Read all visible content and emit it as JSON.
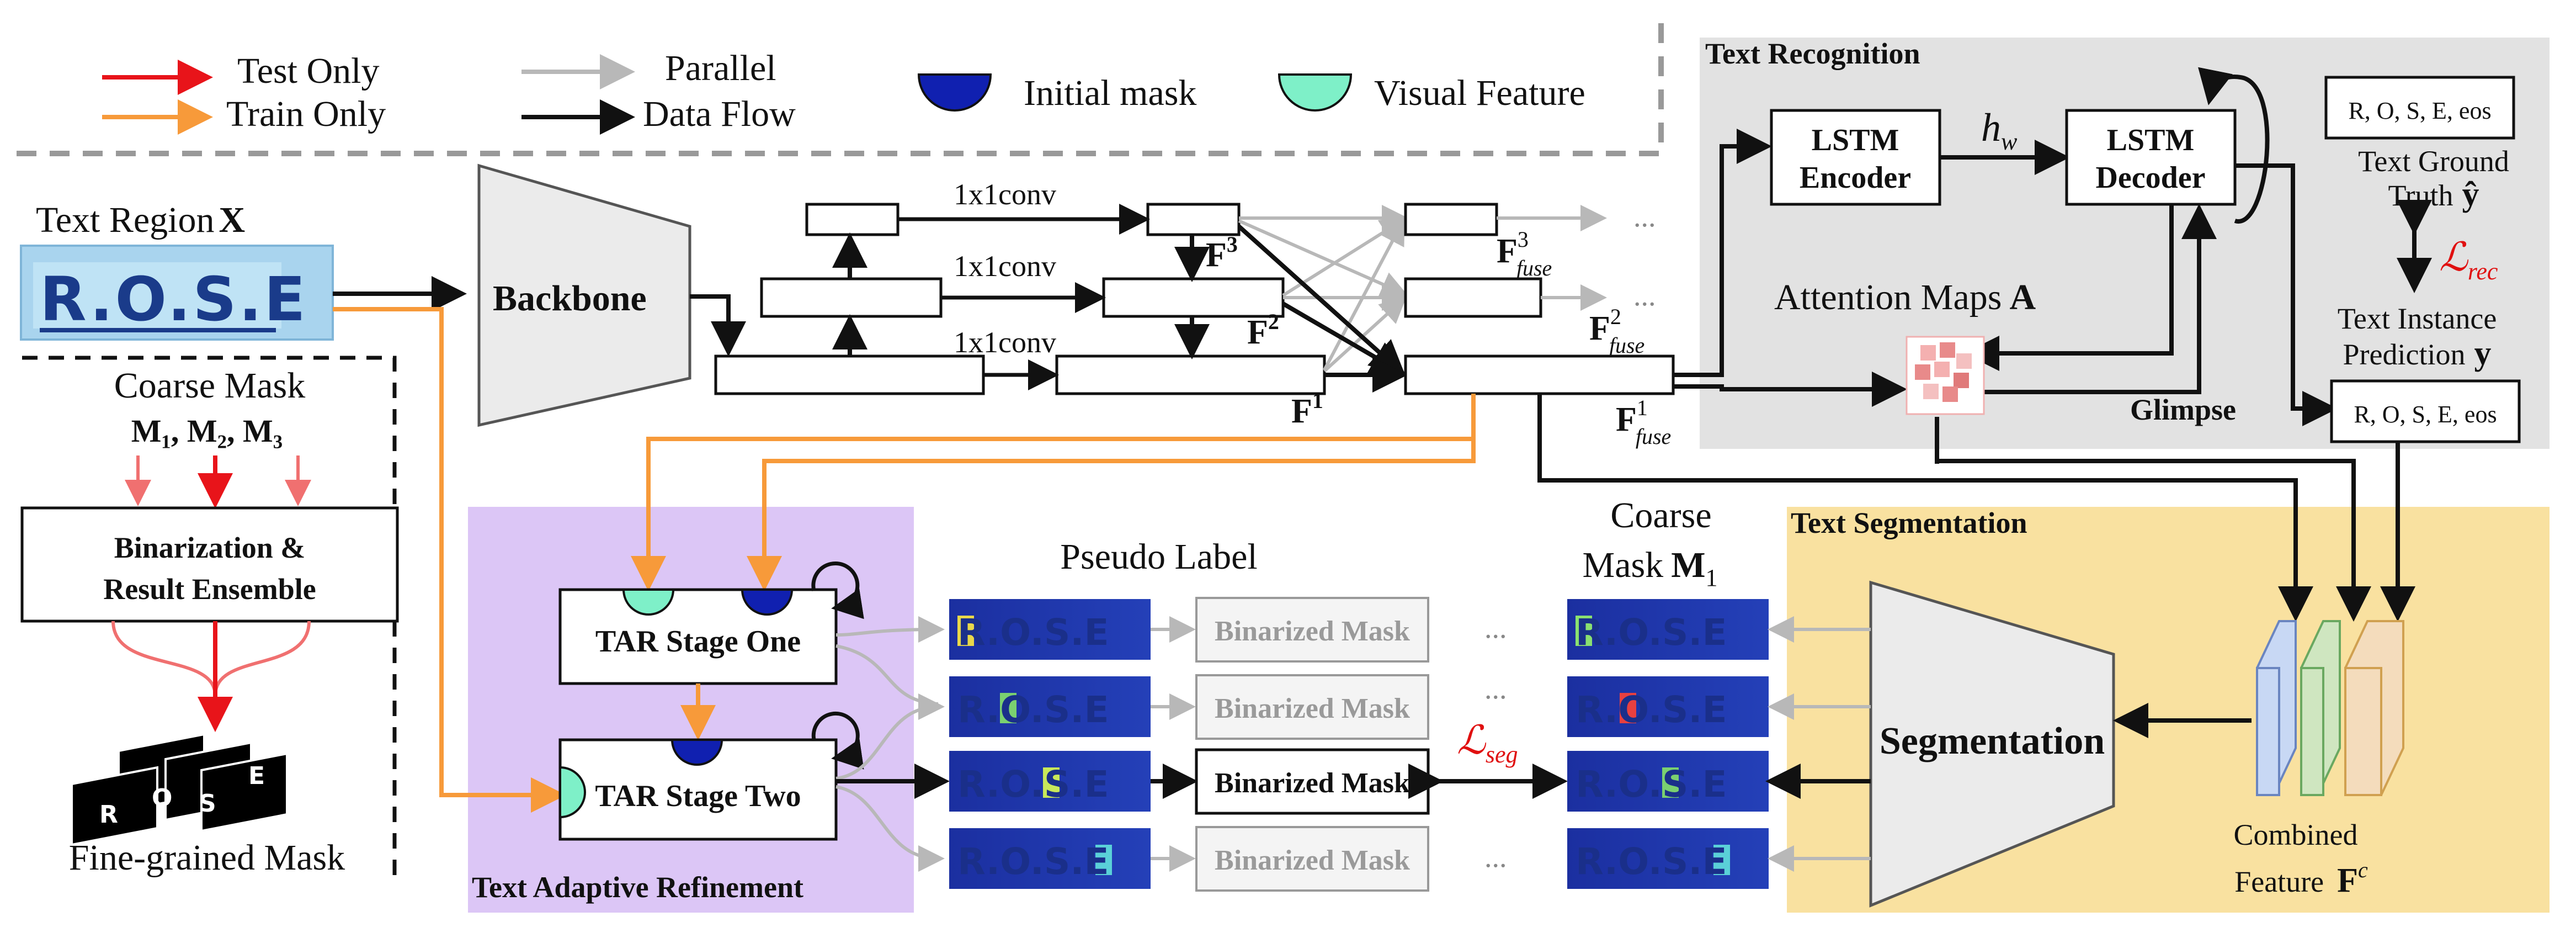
{
  "legend": {
    "test_only": "Test Only",
    "train_only": "Train Only",
    "parallel": "Parallel",
    "data_flow": "Data Flow",
    "initial_mask": "Initial mask",
    "visual_feature": "Visual Feature"
  },
  "colors": {
    "test_only": "#e8141a",
    "train_only": "#f79a3a",
    "parallel": "#b8b8b8",
    "data_flow": "#111111",
    "initial_mask": "#1020b0",
    "visual_feature": "#7ef0c8",
    "recognition_bg": "#e2e2e2",
    "segmentation_bg": "#f9e1a0",
    "refinement_bg": "#dcc6f6",
    "loss": "#e01010",
    "attention_cells": "#e88a8a",
    "feature_blue": "#c8d8f4",
    "feature_green": "#cfe6c0",
    "feature_orange": "#f4dcbc"
  },
  "input": {
    "label": "Text Region",
    "symbol": "X",
    "word": "R.O.S.E"
  },
  "backbone": {
    "label": "Backbone"
  },
  "fpn": {
    "conv_labels": [
      "1x1conv",
      "1x1conv",
      "1x1conv"
    ],
    "f3": "F",
    "f3_sup": "3",
    "f2": "F",
    "f2_sup": "2",
    "f1": "F",
    "f1_sup": "1",
    "fuse3": "F",
    "fuse3_sup": "3",
    "fuse3_sub": "fuse",
    "fuse2": "F",
    "fuse2_sup": "2",
    "fuse2_sub": "fuse",
    "fuse1": "F",
    "fuse1_sup": "1",
    "fuse1_sub": "fuse",
    "ellipsis": "..."
  },
  "coarse": {
    "title": "Coarse Mask",
    "masks": "M₁, M₂, M₃",
    "ensemble_line1": "Binarization  &",
    "ensemble_line2": "Result Ensemble",
    "fine_label": "Fine-grained Mask",
    "fine_letters": [
      "R",
      "O",
      "S",
      "E"
    ]
  },
  "recognition": {
    "title": "Text Recognition",
    "encoder_line1": "LSTM",
    "encoder_line2": "Encoder",
    "decoder_line1": "LSTM",
    "decoder_line2": "Decoder",
    "hw": "h",
    "hw_sub": "w",
    "attention_label": "Attention Maps",
    "attention_symbol": "A",
    "glimpse": "Glimpse",
    "gt_seq": "R, O, S, E, eos",
    "gt_line1": "Text Ground",
    "gt_line2": "Truth",
    "gt_symbol": "ŷ",
    "loss_rec": "ℒ",
    "loss_rec_sub": "rec",
    "pred_line1": "Text Instance",
    "pred_line2": "Prediction",
    "pred_symbol": "y",
    "pred_seq": "R, O, S, E, eos"
  },
  "refinement": {
    "title": "Text Adaptive Refinement",
    "stage_one": "TAR Stage One",
    "stage_two": "TAR Stage Two"
  },
  "pseudo": {
    "title": "Pseudo Label",
    "binarized": [
      "Binarized Mask",
      "Binarized Mask",
      "Binarized Mask",
      "Binarized Mask"
    ],
    "ellipsis": "...",
    "loss_seg": "ℒ",
    "loss_seg_sub": "seg",
    "coarse_line1": "Coarse",
    "coarse_line2": "Mask",
    "coarse_symbol": "M",
    "coarse_sub": "1"
  },
  "segmentation": {
    "title": "Text Segmentation",
    "label": "Segmentation",
    "combined_line1": "Combined",
    "combined_line2": "Feature",
    "combined_symbol": "F",
    "combined_sup": "c"
  }
}
